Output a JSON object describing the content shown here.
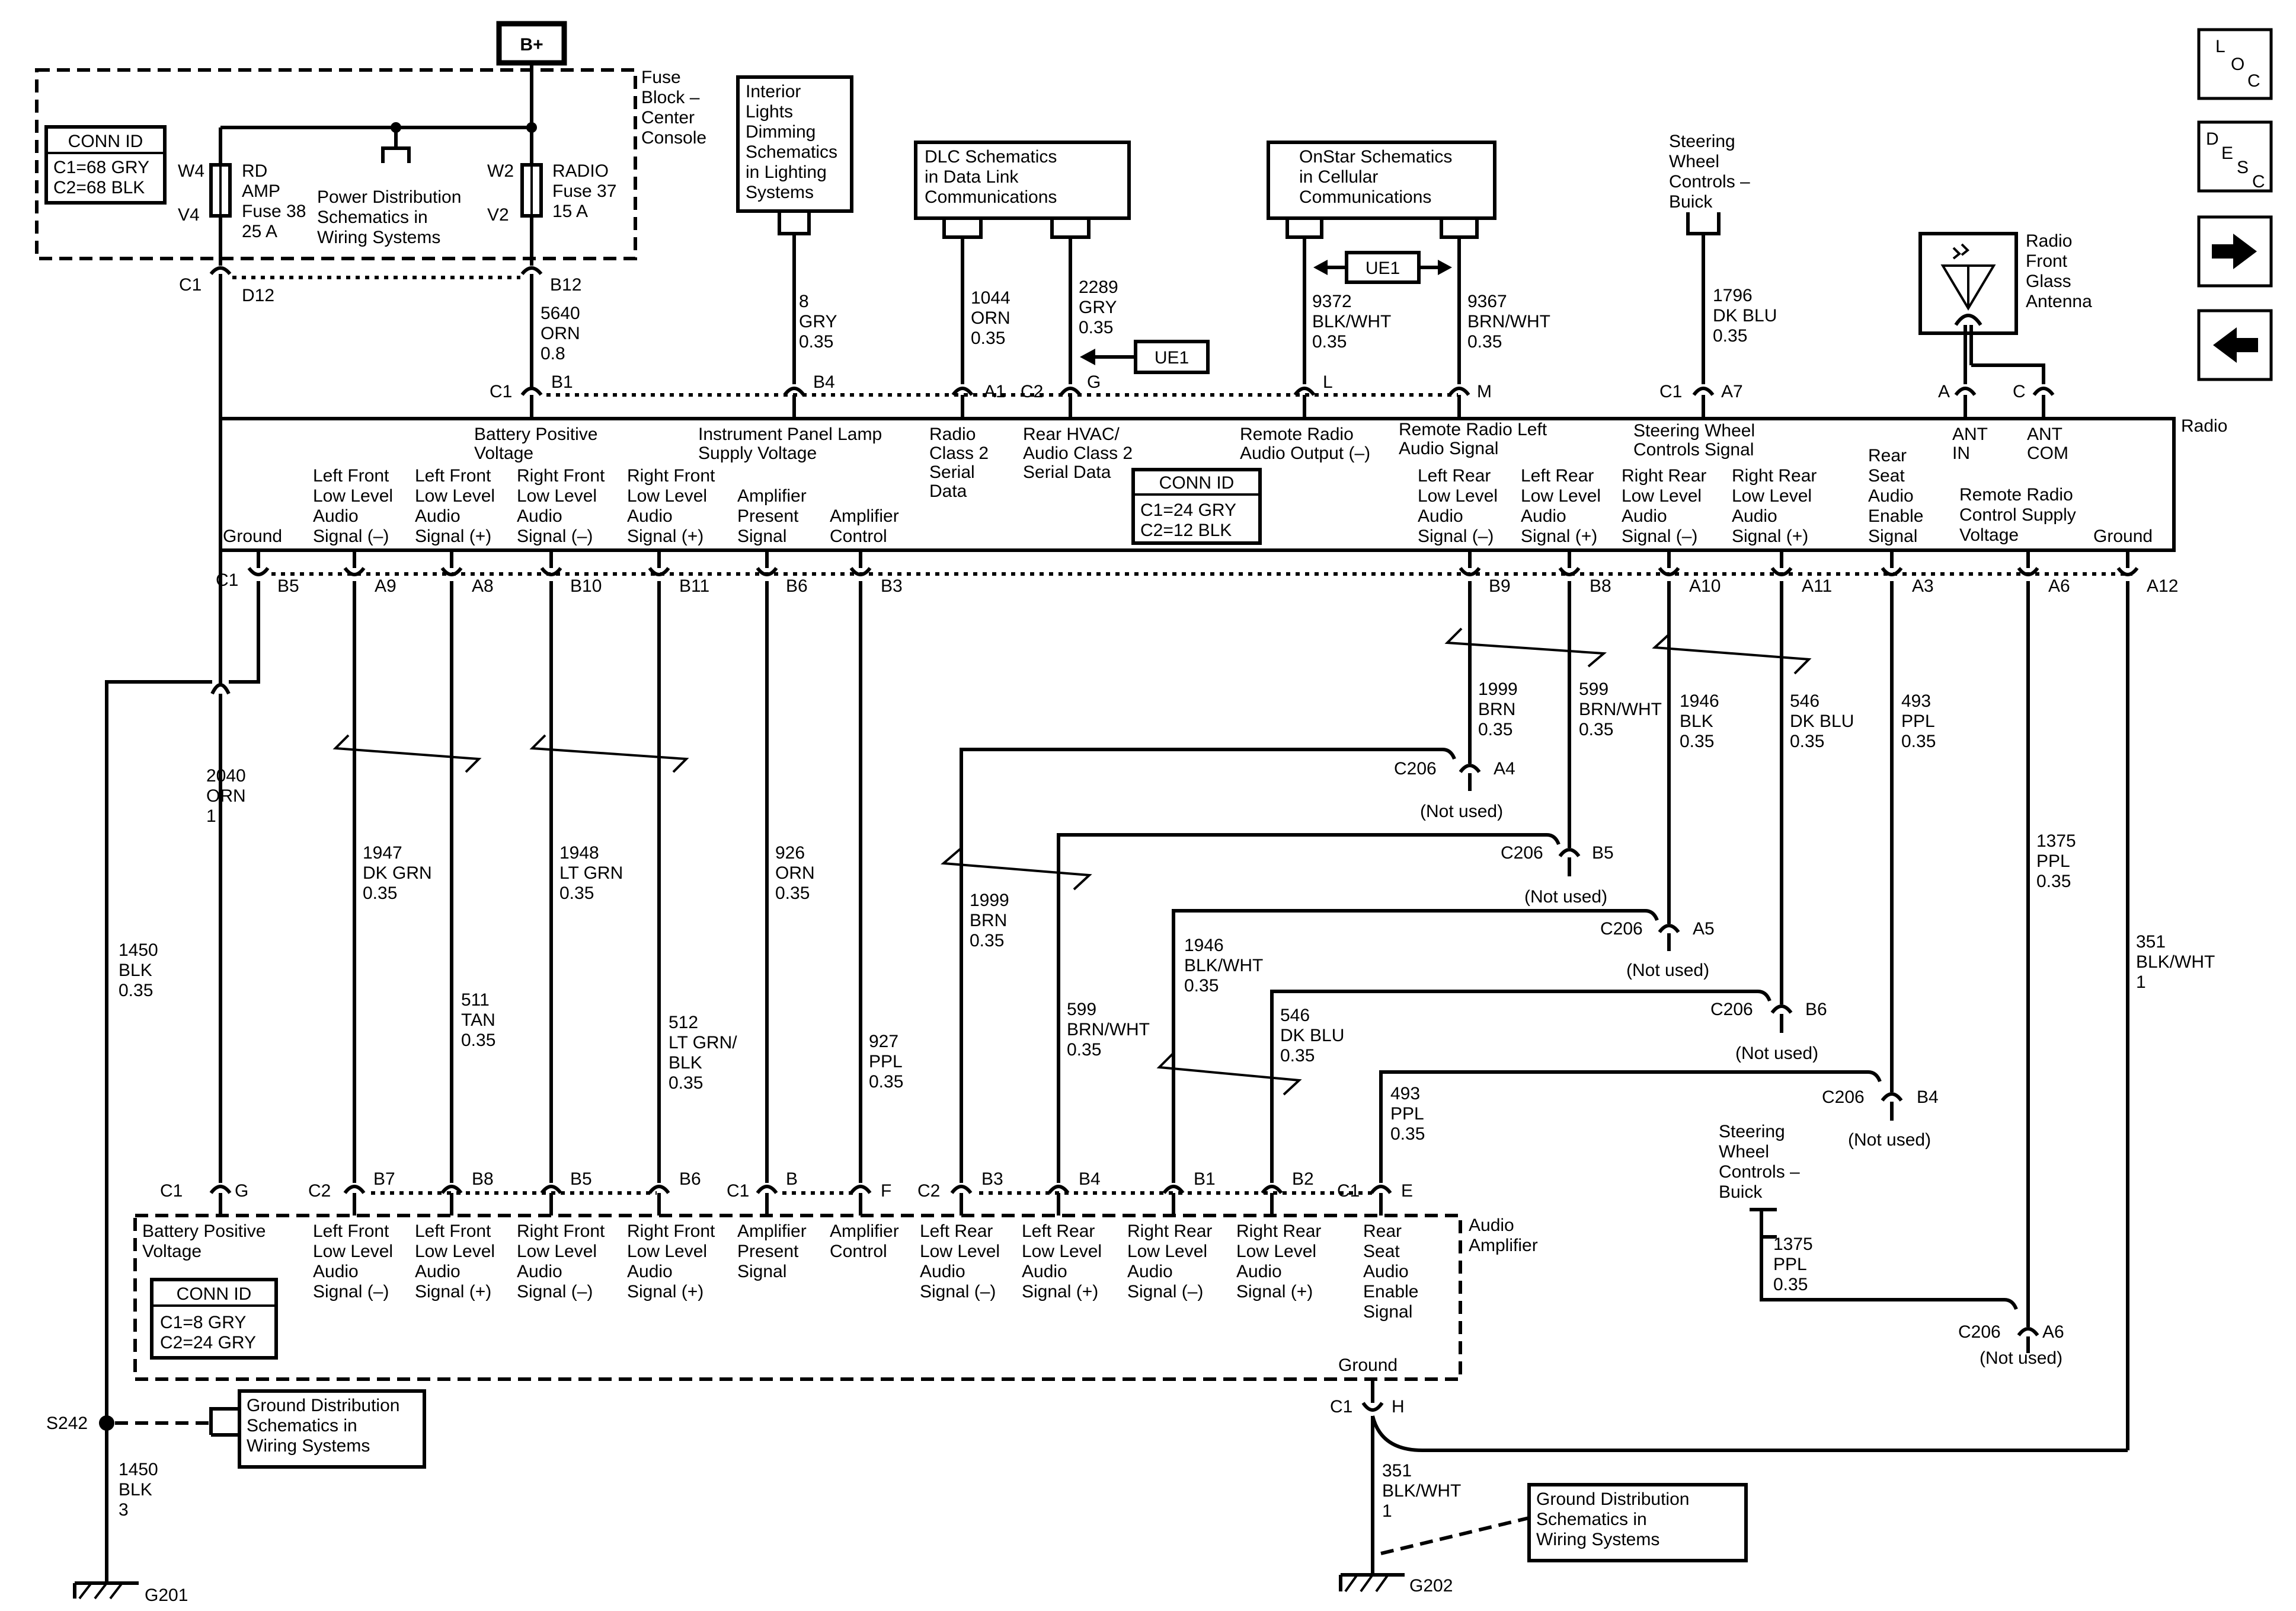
{
  "modules": {
    "fuse_block": [
      "Fuse",
      "Block –",
      "Center",
      "Console"
    ],
    "radio": "Radio",
    "amplifier": [
      "Audio",
      "Amplifier"
    ]
  },
  "battery": "B+",
  "fuse_conn_id": {
    "title": "CONN ID",
    "lines": [
      "C1=68 GRY",
      "C2=68 BLK"
    ]
  },
  "radio_conn_id": {
    "title": "CONN ID",
    "lines": [
      "C1=24 GRY",
      "C2=12 BLK"
    ]
  },
  "amp_conn_id": {
    "title": "CONN ID",
    "lines": [
      "C1=8 GRY",
      "C2=24 GRY"
    ]
  },
  "fuses": {
    "rd_amp": {
      "left_top": "W4",
      "left_bottom": "V4",
      "lines": [
        "RD",
        "AMP",
        "Fuse 38",
        "25 A"
      ]
    },
    "radio": {
      "left_top": "W2",
      "left_bottom": "V2",
      "lines": [
        "RADIO",
        "Fuse 37",
        "15 A"
      ]
    },
    "power_dist": [
      "Power Distribution",
      "Schematics in",
      "Wiring  Systems"
    ]
  },
  "ref_boxes": {
    "interior": [
      "Interior",
      "Lights",
      "Dimming",
      "Schematics",
      "in Lighting",
      "Systems"
    ],
    "dlc": [
      "DLC Schematics",
      "in Data Link",
      "Communications"
    ],
    "onstar": [
      "OnStar Schematics",
      "in Cellular",
      "Communications"
    ],
    "ground_dist_1": [
      "Ground Distribution",
      "Schematics in",
      "Wiring Systems"
    ],
    "ground_dist_2": [
      "Ground Distribution",
      "Schematics in",
      "Wiring Systems"
    ],
    "antenna": [
      "Radio",
      "Front",
      "Glass",
      "Antenna"
    ]
  },
  "steering_top": [
    "Steering",
    "Wheel",
    "Controls –",
    "Buick"
  ],
  "steering_bottom": [
    "Steering",
    "Wheel",
    "Controls –",
    "Buick"
  ],
  "ue1": "UE1",
  "nav": {
    "loc": [
      "L",
      "O",
      "C"
    ],
    "desc": [
      "D",
      "E",
      "S",
      "C"
    ]
  },
  "connectors": {
    "fuse_c1": "C1",
    "fuse_d12": "D12",
    "fuse_b12": "B12",
    "r_c1_b1": "C1",
    "r_b1": "B1",
    "r_b4": "B4",
    "r_a1": "A1",
    "r_c2": "C2",
    "r_g": "G",
    "r_l": "L",
    "r_m": "M",
    "r_c1_a7": "C1",
    "r_a7": "A7",
    "r_a": "A",
    "r_c": "C",
    "r_c1_b5": "C1",
    "r_b5": "B5",
    "r_a9": "A9",
    "r_a8": "A8",
    "r_b10": "B10",
    "r_b11": "B11",
    "r_b6": "B6",
    "r_b3": "B3",
    "r_b9": "B9",
    "r_b8": "B8",
    "r_a10": "A10",
    "r_a11": "A11",
    "r_a3": "A3",
    "r_a6": "A6",
    "r_a12": "A12",
    "a_c1_g": "C1",
    "a_g": "G",
    "a_c2_b7": "C2",
    "a_b7": "B7",
    "a_b8": "B8",
    "a_b5": "B5",
    "a_b6": "B6",
    "a_c1_b": "C1",
    "a_b": "B",
    "a_f": "F",
    "a_c2_b3": "C2",
    "a_b3": "B3",
    "a_b4": "B4",
    "a_b1": "B1",
    "a_b2": "B2",
    "a_c1_e": "C1",
    "a_e": "E",
    "a_c1_h": "C1",
    "a_h": "H",
    "c206_a4": "A4",
    "c206_b5": "B5",
    "c206_a5": "A5",
    "c206_b6": "B6",
    "c206_b4": "B4",
    "c206_a6": "A6"
  },
  "c206": "C206",
  "not_used": "(Not used)",
  "splice": "S242",
  "grounds": {
    "g201": "G201",
    "g202": "G202"
  },
  "radio_pins_top": {
    "batt": [
      "Battery Positive",
      "Voltage"
    ],
    "ip_lamp": [
      "Instrument Panel Lamp",
      "Supply Voltage"
    ],
    "class2": [
      "Radio",
      "Class 2",
      "Serial",
      "Data"
    ],
    "hvac": [
      "Rear HVAC/",
      "Audio Class 2",
      "Serial Data"
    ],
    "remote_out": [
      "Remote Radio",
      "Audio Output (–)"
    ],
    "remote_left": [
      "Remote Radio Left",
      "Audio Signal"
    ],
    "steering": [
      "Steering Wheel",
      "Controls Signal"
    ],
    "ant_in": [
      "ANT",
      "IN"
    ],
    "ant_com": [
      "ANT",
      "COM"
    ]
  },
  "radio_pins_bottom": {
    "ground": "Ground",
    "lf_neg": [
      "Left Front",
      "Low Level",
      "Audio",
      "Signal (–)"
    ],
    "lf_pos": [
      "Left Front",
      "Low Level",
      "Audio",
      "Signal (+)"
    ],
    "rf_neg": [
      "Right Front",
      "Low Level",
      "Audio",
      "Signal (–)"
    ],
    "rf_pos": [
      "Right Front",
      "Low Level",
      "Audio",
      "Signal (+)"
    ],
    "amp_present": [
      "Amplifier",
      "Present",
      "Signal"
    ],
    "amp_control": [
      "Amplifier",
      "Control"
    ],
    "lr_neg": [
      "Left Rear",
      "Low Level",
      "Audio",
      "Signal (–)"
    ],
    "lr_pos": [
      "Left Rear",
      "Low Level",
      "Audio",
      "Signal (+)"
    ],
    "rr_neg": [
      "Right Rear",
      "Low Level",
      "Audio",
      "Signal (–)"
    ],
    "rr_pos": [
      "Right Rear",
      "Low Level",
      "Audio",
      "Signal (+)"
    ],
    "rear_seat": [
      "Rear",
      "Seat",
      "Audio",
      "Enable",
      "Signal"
    ],
    "remote_ctrl": [
      "Remote Radio",
      "Control Supply",
      "Voltage"
    ],
    "ground_r": "Ground"
  },
  "amp_pins": {
    "batt": [
      "Battery Positive",
      "Voltage"
    ],
    "lf_neg": [
      "Left Front",
      "Low Level",
      "Audio",
      "Signal (–)"
    ],
    "lf_pos": [
      "Left Front",
      "Low Level",
      "Audio",
      "Signal (+)"
    ],
    "rf_neg": [
      "Right Front",
      "Low Level",
      "Audio",
      "Signal (–)"
    ],
    "rf_pos": [
      "Right Front",
      "Low Level",
      "Audio",
      "Signal (+)"
    ],
    "amp_present": [
      "Amplifier",
      "Present",
      "Signal"
    ],
    "amp_control": [
      "Amplifier",
      "Control"
    ],
    "lr_neg": [
      "Left Rear",
      "Low Level",
      "Audio",
      "Signal (–)"
    ],
    "lr_pos": [
      "Left Rear",
      "Low Level",
      "Audio",
      "Signal (+)"
    ],
    "rr_neg": [
      "Right Rear",
      "Low Level",
      "Audio",
      "Signal (–)"
    ],
    "rr_pos": [
      "Right Rear",
      "Low Level",
      "Audio",
      "Signal (+)"
    ],
    "rear_seat": [
      "Rear",
      "Seat",
      "Audio",
      "Enable",
      "Signal"
    ],
    "ground": "Ground"
  },
  "wires": {
    "w5640": [
      "5640",
      "ORN",
      "0.8"
    ],
    "w8": [
      "8",
      "GRY",
      "0.35"
    ],
    "w1044": [
      "1044",
      "ORN",
      "0.35"
    ],
    "w2289": [
      "2289",
      "GRY",
      "0.35"
    ],
    "w9372": [
      "9372",
      "BLK/WHT",
      "0.35"
    ],
    "w9367": [
      "9367",
      "BRN/WHT",
      "0.35"
    ],
    "w1796": [
      "1796",
      "DK BLU",
      "0.35"
    ],
    "w2040": [
      "2040",
      "ORN",
      "1"
    ],
    "w1450a": [
      "1450",
      "BLK",
      "0.35"
    ],
    "w1450b": [
      "1450",
      "BLK",
      "3"
    ],
    "w1947": [
      "1947",
      "DK GRN",
      "0.35"
    ],
    "w511": [
      "511",
      "TAN",
      "0.35"
    ],
    "w1948": [
      "1948",
      "LT GRN",
      "0.35"
    ],
    "w512": [
      "512",
      "LT GRN/",
      "BLK",
      "0.35"
    ],
    "w926": [
      "926",
      "ORN",
      "0.35"
    ],
    "w927": [
      "927",
      "PPL",
      "0.35"
    ],
    "w1999a": [
      "1999",
      "BRN",
      "0.35"
    ],
    "w599a": [
      "599",
      "BRN/WHT",
      "0.35"
    ],
    "w1946a": [
      "1946",
      "BLK",
      "0.35"
    ],
    "w546a": [
      "546",
      "DK BLU",
      "0.35"
    ],
    "w493a": [
      "493",
      "PPL",
      "0.35"
    ],
    "w1375a": [
      "1375",
      "PPL",
      "0.35"
    ],
    "w351a": [
      "351",
      "BLK/WHT",
      "1"
    ],
    "w1999b": [
      "1999",
      "BRN",
      "0.35"
    ],
    "w599b": [
      "599",
      "BRN/WHT",
      "0.35"
    ],
    "w1946b": [
      "1946",
      "BLK/WHT",
      "0.35"
    ],
    "w546b": [
      "546",
      "DK BLU",
      "0.35"
    ],
    "w493b": [
      "493",
      "PPL",
      "0.35"
    ],
    "w1375b": [
      "1375",
      "PPL",
      "0.35"
    ],
    "w351b": [
      "351",
      "BLK/WHT",
      "1"
    ]
  }
}
